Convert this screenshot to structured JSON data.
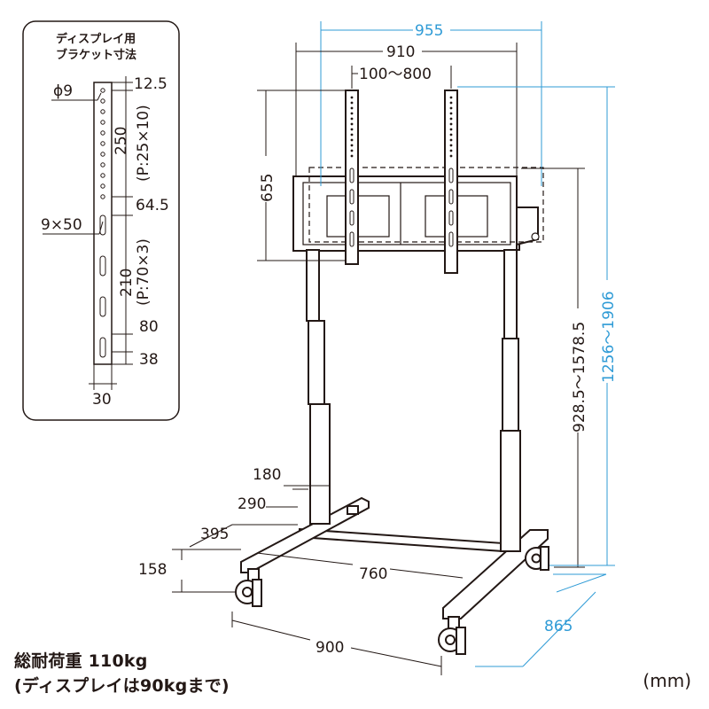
{
  "inset": {
    "title_line1": "ディスプレイ用",
    "title_line2": "ブラケット寸法",
    "hole_diameter": "ϕ9",
    "slot_size": "9×50",
    "top_offset": "12.5",
    "hole_span": "250",
    "hole_pitch": "(P:25×10)",
    "gap": "64.5",
    "slot_span": "210",
    "slot_pitch": "(P:70×3)",
    "slot_offset": "80",
    "bottom_offset": "38",
    "width": "30"
  },
  "dimensions": {
    "overall_width": "955",
    "frame_width": "910",
    "vesa_range": "100〜800",
    "bracket_height": "655",
    "center_height_range": "928.5〜1578.5",
    "total_height_range": "1256〜1906",
    "depth_180": "180",
    "depth_290": "290",
    "depth_395": "395",
    "base_height": "158",
    "inner_width": "760",
    "base_width": "900",
    "depth_865": "865"
  },
  "caption": {
    "line1": "総耐荷重 110kg",
    "line2": "(ディスプレイは90kgまで)"
  },
  "unit": "(mm)",
  "colors": {
    "line": "#231815",
    "accent": "#2f9bd6"
  }
}
